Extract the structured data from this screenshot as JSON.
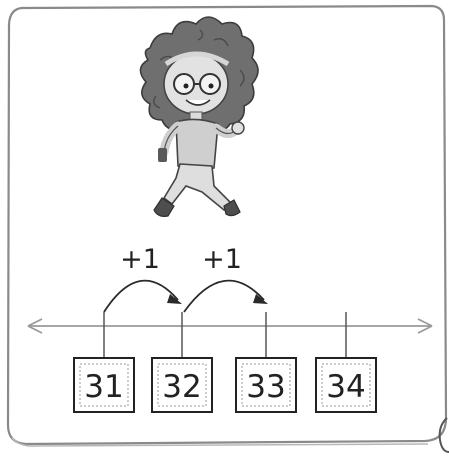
{
  "jumps": [
    {
      "label": "+1"
    },
    {
      "label": "+1"
    }
  ],
  "number_boxes": [
    "31",
    "32",
    "33",
    "34"
  ]
}
